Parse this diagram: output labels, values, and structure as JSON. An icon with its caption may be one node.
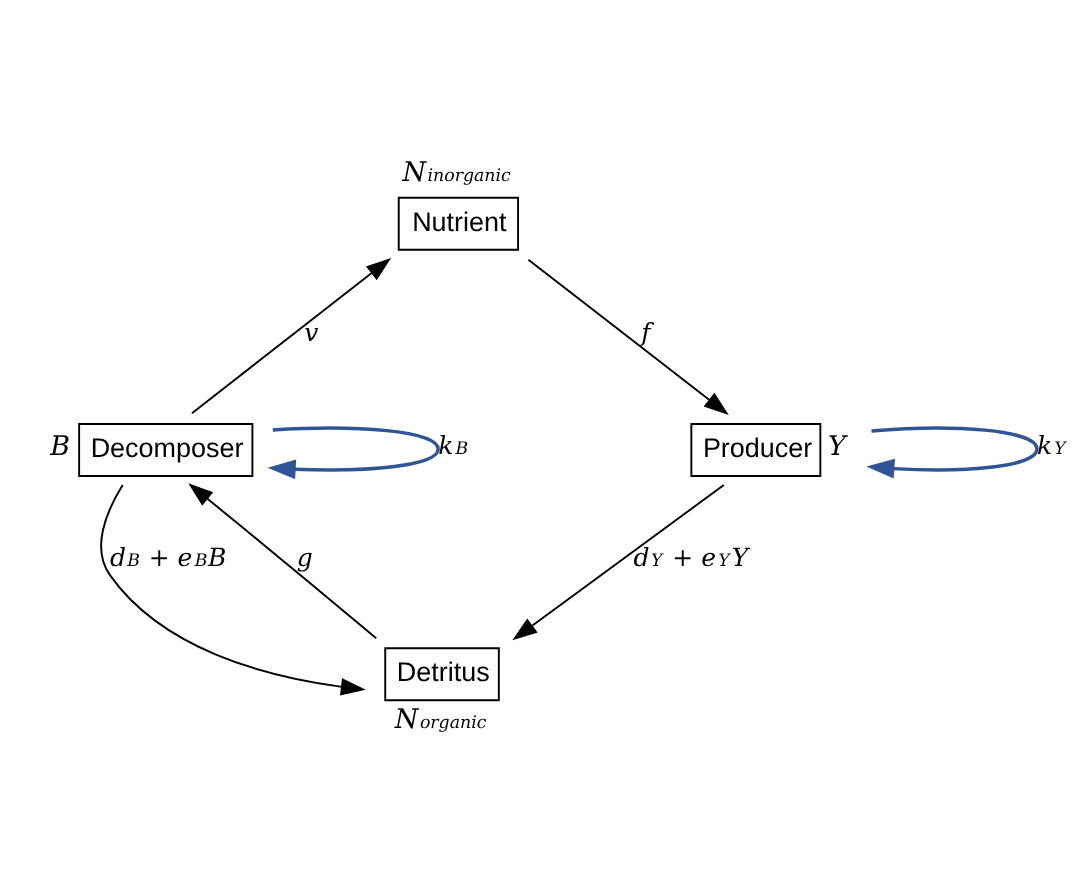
{
  "diagram": {
    "nodes": [
      {
        "text": [
          "Nutrient"
        ],
        "beside": [
          "N$_{inorganic}$"
        ]
      },
      {
        "text": [
          "Decomposer"
        ],
        "beside": [
          "B"
        ]
      },
      {
        "text": [
          "Producer"
        ],
        "beside": [
          "Y"
        ]
      },
      {
        "text": [
          "Detritus"
        ],
        "beside": [
          "N$_{organic}$"
        ]
      }
    ],
    "edges": [
      {
        "from": 0,
        "to": 2,
        "arrow": "to",
        "label": "f"
      },
      {
        "from": 2,
        "to": 3,
        "arrow": "to",
        "label": "d$_{Y}$ + e$_{Y}$Y"
      },
      {
        "from": 3,
        "to": 1,
        "arrow": "to",
        "label": "g"
      },
      {
        "from": 1,
        "to": 3,
        "arrow": "to",
        "label": "d$_{B}$ + e$_{B}$B"
      },
      {
        "from": 1,
        "to": 0,
        "arrow": "to",
        "label": "v"
      },
      {
        "from": 1,
        "to": 1,
        "arrow": "to",
        "label": "k$_{B}$",
        "color": "#2f5597"
      },
      {
        "from": 2,
        "to": 2,
        "arrow": "to",
        "label": "k$_{Y}$",
        "color": "#2f5597"
      }
    ]
  }
}
